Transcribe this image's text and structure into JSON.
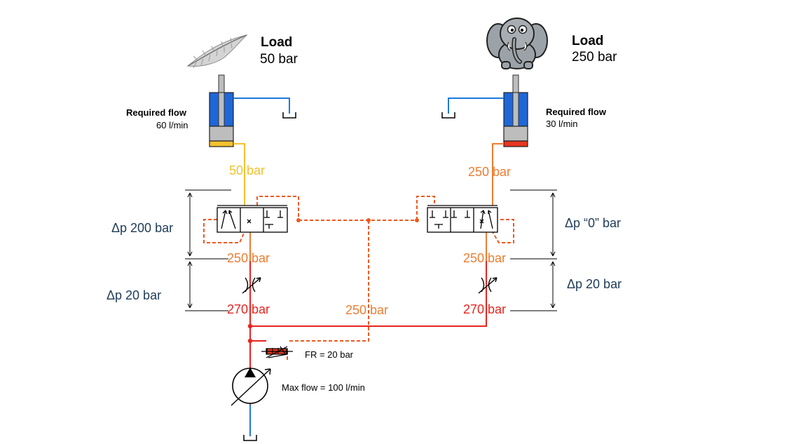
{
  "left_load": {
    "title": "Load",
    "value": "50 bar",
    "icon": "feather-icon",
    "required_flow_title": "Required flow",
    "required_flow_value": "60 l/min"
  },
  "right_load": {
    "title": "Load",
    "value": "250 bar",
    "icon": "elephant-icon",
    "required_flow_title": "Required flow",
    "required_flow_value": "30 l/min"
  },
  "pressures": {
    "left_cylinder_line": "50 bar",
    "right_cylinder_line": "250 bar",
    "left_valve_out": "250 bar",
    "right_valve_out": "250 bar",
    "left_supply": "270 bar",
    "right_supply": "270 bar",
    "load_sense": "250 bar"
  },
  "deltas": {
    "left_valve": "Δp 200 bar",
    "left_throttle": "Δp 20 bar",
    "right_valve": "Δp “0” bar",
    "right_throttle": "Δp 20 bar"
  },
  "pump": {
    "flow_regulator": "FR = 20 bar",
    "max_flow": "Max flow = 100 l/min"
  },
  "colors": {
    "line_yellow": "#f2c12e",
    "line_orange": "#ed7d31",
    "line_red": "#e8251f",
    "line_blue": "#1f7ad8",
    "cylinder_blue": "#1f67d8",
    "label_dark": "#1f3b57"
  }
}
